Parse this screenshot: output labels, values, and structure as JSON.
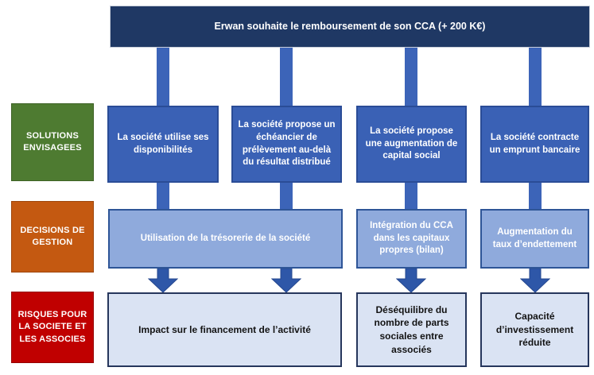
{
  "banner": {
    "text": "Erwan souhaite le remboursement de son CCA (+ 200 K€)"
  },
  "row_labels": {
    "solutions": "SOLUTIONS ENVISAGEES",
    "decisions": "DECISIONS DE GESTION",
    "risques": "RISQUES POUR LA SOCIETE ET LES ASSOCIES"
  },
  "solutions": [
    {
      "text": "La société utilise ses disponibilités"
    },
    {
      "text": "La société propose un échéancier de prélèvement au-delà du résultat distribué"
    },
    {
      "text": "La société propose une augmentation de capital social"
    },
    {
      "text": "La société contracte un emprunt bancaire"
    }
  ],
  "decisions": [
    {
      "text": "Utilisation de la trésorerie de la société",
      "span": "solutions 1-2"
    },
    {
      "text": "Intégration du CCA dans les capitaux propres (bilan)",
      "span": "solution 3"
    },
    {
      "text": "Augmentation du taux d’endettement",
      "span": "solution 4"
    }
  ],
  "risks": [
    {
      "text": "Impact sur le financement de l’activité",
      "span": "solutions 1-2"
    },
    {
      "text": "Déséquilibre du nombre de parts sociales entre associés",
      "span": "solution 3"
    },
    {
      "text": "Capacité d’investissement réduite",
      "span": "solution 4"
    }
  ],
  "colors": {
    "banner_bg": "#1f3864",
    "solution_bg": "#3a61b5",
    "solution_border": "#2a4c96",
    "connector": "#3c64b8",
    "arrow": "#2e57a8",
    "decision_bg": "#8faadc",
    "decision_border": "#2e5597",
    "risk_bg": "#dae3f3",
    "risk_border": "#26365c",
    "risk_text": "#131313",
    "label_solutions_bg": "#4e7b31",
    "label_decisions_bg": "#c45911",
    "label_risques_bg": "#c00000",
    "text_light": "#ffffff"
  }
}
